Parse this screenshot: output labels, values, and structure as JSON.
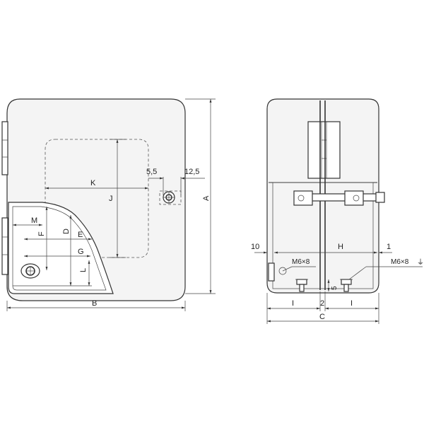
{
  "front_view": {
    "dimension_labels": {
      "A": "A",
      "B": "B",
      "K": "K",
      "J": "J",
      "M": "M",
      "F": "F",
      "D": "D",
      "E": "E",
      "G": "G",
      "L": "L",
      "offset_left": "5,5",
      "offset_right": "12,5"
    }
  },
  "side_view": {
    "dimension_labels": {
      "H": "H",
      "C": "C",
      "I_left": "I",
      "I_right": "I",
      "gap_2": "2",
      "height_5": "5",
      "margin_10": "10",
      "margin_1": "1",
      "bolt_left": "M6×8",
      "bolt_right": "M6×8",
      "ground_symbol": "⏚"
    }
  }
}
